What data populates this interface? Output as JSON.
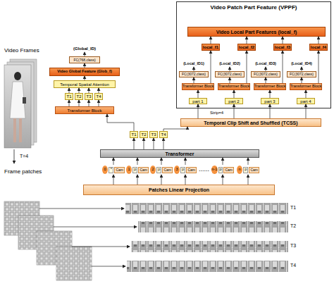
{
  "diagram": {
    "nodes": [
      {
        "text": [
          "Video Patch Part Feature (VPPF)"
        ]
      },
      {
        "text": [
          "Video Local Part Features (local_f)"
        ],
        "in": 0
      },
      {
        "text": [
          "local_f1"
        ],
        "in": 0
      },
      {
        "text": [
          "local_f2"
        ],
        "in": 0
      },
      {
        "text": [
          "local_f3"
        ],
        "in": 0
      },
      {
        "text": [
          "local_f4"
        ],
        "in": 0
      },
      {
        "text": [
          "FC(3072,class)"
        ],
        "in": 0
      },
      {
        "text": [
          "FC(3072,class)"
        ],
        "in": 0
      },
      {
        "text": [
          "FC(3072,class)"
        ],
        "in": 0
      },
      {
        "text": [
          "FC(3072,class)"
        ],
        "in": 0
      },
      {
        "text": [
          "Transformer Block"
        ],
        "in": 0
      },
      {
        "text": [
          "Transformer Block"
        ],
        "in": 0
      },
      {
        "text": [
          "Transformer Block"
        ],
        "in": 0
      },
      {
        "text": [
          "Transformer Block"
        ],
        "in": 0
      },
      {
        "text": [
          "part 1"
        ],
        "in": 0
      },
      {
        "text": [
          "part 2"
        ],
        "in": 0
      },
      {
        "text": [
          "part 3"
        ],
        "in": 0
      },
      {
        "text": [
          "part 4"
        ],
        "in": 0
      },
      {
        "text": [
          "FC(768,class)"
        ]
      },
      {
        "text": [
          "Video Global Feature (Glob_f)"
        ]
      },
      {
        "text": [
          "Temporal Spatial Attention"
        ]
      },
      {
        "text": [
          "T1"
        ]
      },
      {
        "text": [
          "T2"
        ]
      },
      {
        "text": [
          "T3"
        ]
      },
      {
        "text": [
          "T4"
        ]
      },
      {
        "text": [
          "Transformer Block"
        ]
      },
      {
        "text": [
          "T1"
        ]
      },
      {
        "text": [
          "T2"
        ]
      },
      {
        "text": [
          "T3"
        ]
      },
      {
        "text": [
          "T4"
        ]
      },
      {
        "text": [
          "Temporal Clip Shift and Shuffled (TCSS)"
        ]
      },
      {
        "text": [
          "Transformer"
        ]
      },
      {
        "text": [
          "0",
          "*",
          "Cam"
        ]
      },
      {
        "text": [
          "1",
          "p",
          "Cam"
        ]
      },
      {
        "text": [
          "2",
          "p",
          "Cam"
        ]
      },
      {
        "text": [
          "3",
          "p",
          "Cam"
        ]
      },
      {
        "text": [
          "n-1",
          "p",
          "Cam"
        ]
      },
      {
        "text": [
          "n",
          "p",
          "Cam"
        ]
      },
      {
        "text": [
          "Patches Linear Projection"
        ]
      }
    ],
    "edges": [
      {
        "from": 38,
        "to": 32,
        "arrow": "to"
      },
      {
        "from": 38,
        "to": 33,
        "arrow": "to"
      },
      {
        "from": 38,
        "to": 34,
        "arrow": "to"
      },
      {
        "from": 38,
        "to": 35,
        "arrow": "to"
      },
      {
        "from": 38,
        "to": 36,
        "arrow": "to"
      },
      {
        "from": 38,
        "to": 37,
        "arrow": "to"
      },
      {
        "from": 32,
        "to": 31,
        "arrow": "to"
      },
      {
        "from": 33,
        "to": 31,
        "arrow": "to"
      },
      {
        "from": 34,
        "to": 31,
        "arrow": "to"
      },
      {
        "from": 35,
        "to": 31,
        "arrow": "to"
      },
      {
        "from": 36,
        "to": 31,
        "arrow": "to"
      },
      {
        "from": 37,
        "to": 31,
        "arrow": "to"
      },
      {
        "from": 31,
        "to": 26,
        "arrow": "to"
      },
      {
        "from": 31,
        "to": 27,
        "arrow": "to"
      },
      {
        "from": 31,
        "to": 28,
        "arrow": "to"
      },
      {
        "from": 31,
        "to": 29,
        "arrow": "to"
      },
      {
        "from": 26,
        "to": 25,
        "arrow": "to"
      },
      {
        "from": 29,
        "to": 30,
        "arrow": "to"
      },
      {
        "from": 25,
        "to": 21,
        "arrow": "to"
      },
      {
        "from": 25,
        "to": 22,
        "arrow": "to"
      },
      {
        "from": 25,
        "to": 23,
        "arrow": "to"
      },
      {
        "from": 25,
        "to": 24,
        "arrow": "to"
      },
      {
        "from": 21,
        "to": 20,
        "arrow": "to"
      },
      {
        "from": 22,
        "to": 20,
        "arrow": "to"
      },
      {
        "from": 23,
        "to": 20,
        "arrow": "to"
      },
      {
        "from": 24,
        "to": 20,
        "arrow": "to"
      },
      {
        "from": 20,
        "to": 19,
        "arrow": "to"
      },
      {
        "from": 19,
        "to": 18,
        "arrow": "to"
      },
      {
        "from": 30,
        "to": 14,
        "arrow": "to"
      },
      {
        "from": 30,
        "to": 15,
        "arrow": "to"
      },
      {
        "from": 30,
        "to": 16,
        "arrow": "to"
      },
      {
        "from": 30,
        "to": 17,
        "arrow": "to"
      },
      {
        "from": 14,
        "to": 10,
        "arrow": "to"
      },
      {
        "from": 15,
        "to": 11,
        "arrow": "to"
      },
      {
        "from": 16,
        "to": 12,
        "arrow": "to"
      },
      {
        "from": 17,
        "to": 13,
        "arrow": "to"
      },
      {
        "from": 10,
        "to": 2,
        "arrow": "to"
      },
      {
        "from": 11,
        "to": 3,
        "arrow": "to"
      },
      {
        "from": 12,
        "to": 4,
        "arrow": "to"
      },
      {
        "from": 13,
        "to": 5,
        "arrow": "to"
      },
      {
        "from": 10,
        "to": 6,
        "arrow": "to"
      },
      {
        "from": 11,
        "to": 7,
        "arrow": "to"
      },
      {
        "from": 12,
        "to": 8,
        "arrow": "to"
      },
      {
        "from": 13,
        "to": 9,
        "arrow": "to"
      },
      {
        "from": 2,
        "to": 1,
        "arrow": "to"
      },
      {
        "from": 3,
        "to": 1,
        "arrow": "to"
      },
      {
        "from": 4,
        "to": 1,
        "arrow": "to"
      },
      {
        "from": 5,
        "to": 1,
        "arrow": "to"
      }
    ],
    "labels": [
      "Video Frames",
      "T=4",
      "Frame patches",
      "(Global_ID)",
      "(Local_ID1)",
      "(Local_ID2)",
      "(Local_ID3)",
      "(Local_ID4)",
      "Strip=4",
      "......",
      "T1",
      "T2",
      "T3",
      "T4"
    ]
  }
}
